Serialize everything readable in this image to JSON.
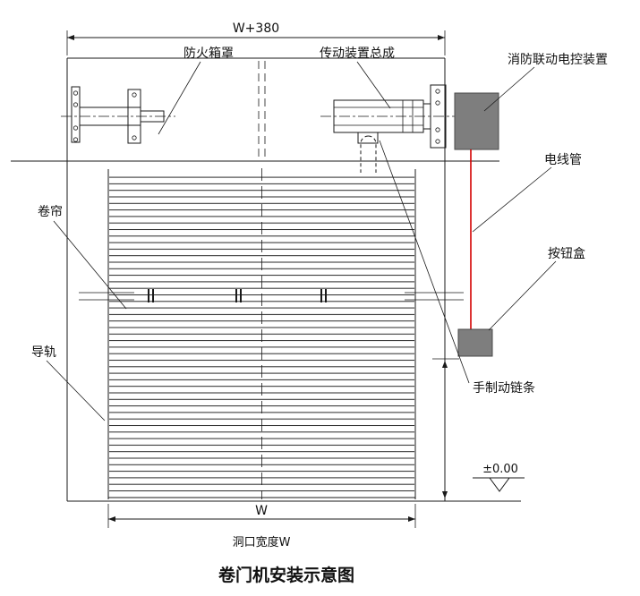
{
  "title": "卷门机安装示意图",
  "labels": {
    "fire_box_cover": "防火箱罩",
    "drive_assembly": "传动装置总成",
    "fire_control_device": "消防联动电控装置",
    "conduit": "电线管",
    "button_box": "按钮盒",
    "curtain": "卷帘",
    "guide_rail": "导轨",
    "hand_brake_chain": "手制动链条"
  },
  "dimensions": {
    "top_width": "W+380",
    "bottom_width": "W",
    "opening_width_note": "洞口宽度W",
    "ground_level": "±0.00"
  },
  "colors": {
    "line": "#1a1a1a",
    "conduit_red": "#d40000",
    "device_gray": "#7e7e7e"
  }
}
